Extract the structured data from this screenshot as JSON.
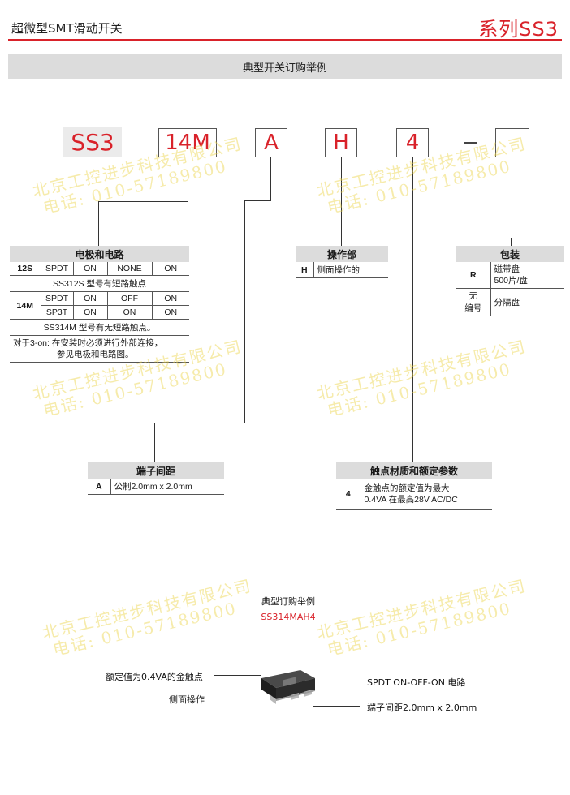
{
  "header": {
    "title": "超微型SMT滑动开关",
    "series": "系列SS3"
  },
  "banner": "典型开关订购举例",
  "code": {
    "prefix": "SS3",
    "part1": "14M",
    "part2": "A",
    "part3": "H",
    "part4": "4",
    "part5": ""
  },
  "watermark": {
    "company": "北京工控进步科技有限公司",
    "phone": "电话: 010-57189800"
  },
  "circuit_table": {
    "title": "电极和电路",
    "rows": [
      [
        "12S",
        "SPDT",
        "ON",
        "NONE",
        "ON"
      ],
      [
        "SS312S 型号有短路触点"
      ],
      [
        "14M",
        "SPDT",
        "ON",
        "OFF",
        "ON"
      ],
      [
        "",
        "SP3T",
        "ON",
        "ON",
        "ON"
      ],
      [
        "SS314M 型号有无短路触点。"
      ],
      [
        "对于3-on: 在安装时必须进行外部连接，",
        "参见电极和电路图。"
      ]
    ]
  },
  "operation_table": {
    "title": "操作部",
    "rows": [
      [
        "H",
        "侧面操作的"
      ]
    ]
  },
  "package_table": {
    "title": "包装",
    "rows": [
      [
        "R",
        "磁带盘",
        "500片/盘"
      ],
      [
        "无",
        "编号",
        "分隔盘"
      ]
    ]
  },
  "terminal_table": {
    "title": "端子间距",
    "rows": [
      [
        "A",
        "公制2.0mm x 2.0mm"
      ]
    ]
  },
  "contact_table": {
    "title": "触点材质和额定参数",
    "rows": [
      [
        "4",
        "金触点的额定值为最大",
        "0.4VA 在最高28V AC/DC"
      ]
    ]
  },
  "example": {
    "title": "典型订购举例",
    "code": "SS314MAH4",
    "callouts": {
      "contacts": "额定值为0.4VA的金触点",
      "operation": "侧面操作",
      "circuit": "SPDT ON-OFF-ON 电路",
      "terminal": "端子间距2.0mm x 2.0mm"
    }
  },
  "colors": {
    "accent": "#d9222a",
    "table_header": "#dcdcdc",
    "watermark": "#ecd650"
  }
}
